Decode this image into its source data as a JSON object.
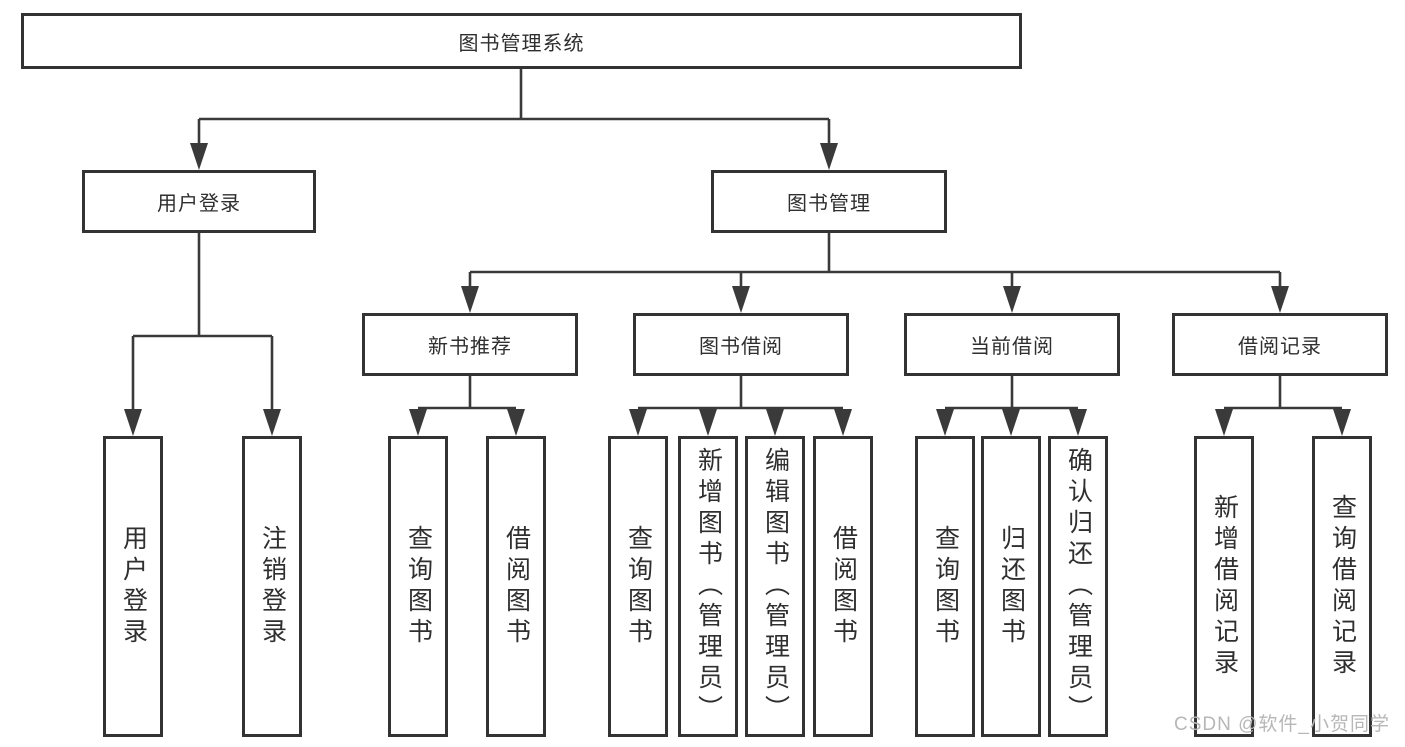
{
  "diagram": {
    "title": "图书管理系统",
    "root": {
      "label": "图书管理系统"
    },
    "level2": [
      {
        "id": "user-login",
        "label": "用户登录"
      },
      {
        "id": "book-management",
        "label": "图书管理"
      }
    ],
    "level3": [
      {
        "id": "new-book-recommend",
        "parent": "book-management",
        "label": "新书推荐"
      },
      {
        "id": "book-borrow",
        "parent": "book-management",
        "label": "图书借阅"
      },
      {
        "id": "current-borrow",
        "parent": "book-management",
        "label": "当前借阅"
      },
      {
        "id": "borrow-records",
        "parent": "book-management",
        "label": "借阅记录"
      }
    ],
    "leaves": [
      {
        "parent": "user-login",
        "label": "用户登录"
      },
      {
        "parent": "user-login",
        "label": "注销登录"
      },
      {
        "parent": "new-book-recommend",
        "label": "查询图书"
      },
      {
        "parent": "new-book-recommend",
        "label": "借阅图书"
      },
      {
        "parent": "book-borrow",
        "label": "查询图书"
      },
      {
        "parent": "book-borrow",
        "label": "新增图书（管理员）"
      },
      {
        "parent": "book-borrow",
        "label": "编辑图书（管理员）"
      },
      {
        "parent": "book-borrow",
        "label": "借阅图书"
      },
      {
        "parent": "current-borrow",
        "label": "查询图书"
      },
      {
        "parent": "current-borrow",
        "label": "归还图书"
      },
      {
        "parent": "current-borrow",
        "label": "确认归还（管理员）"
      },
      {
        "parent": "borrow-records",
        "label": "新增借阅记录"
      },
      {
        "parent": "borrow-records",
        "label": "查询借阅记录"
      }
    ]
  },
  "watermark": {
    "text": "CSDN @软件_小贺同学"
  },
  "colors": {
    "background": "#ffffff",
    "box_border": "#333333",
    "line": "#3a3a3a",
    "text": "#2f2f2f",
    "watermark": "#b7b7b7"
  }
}
